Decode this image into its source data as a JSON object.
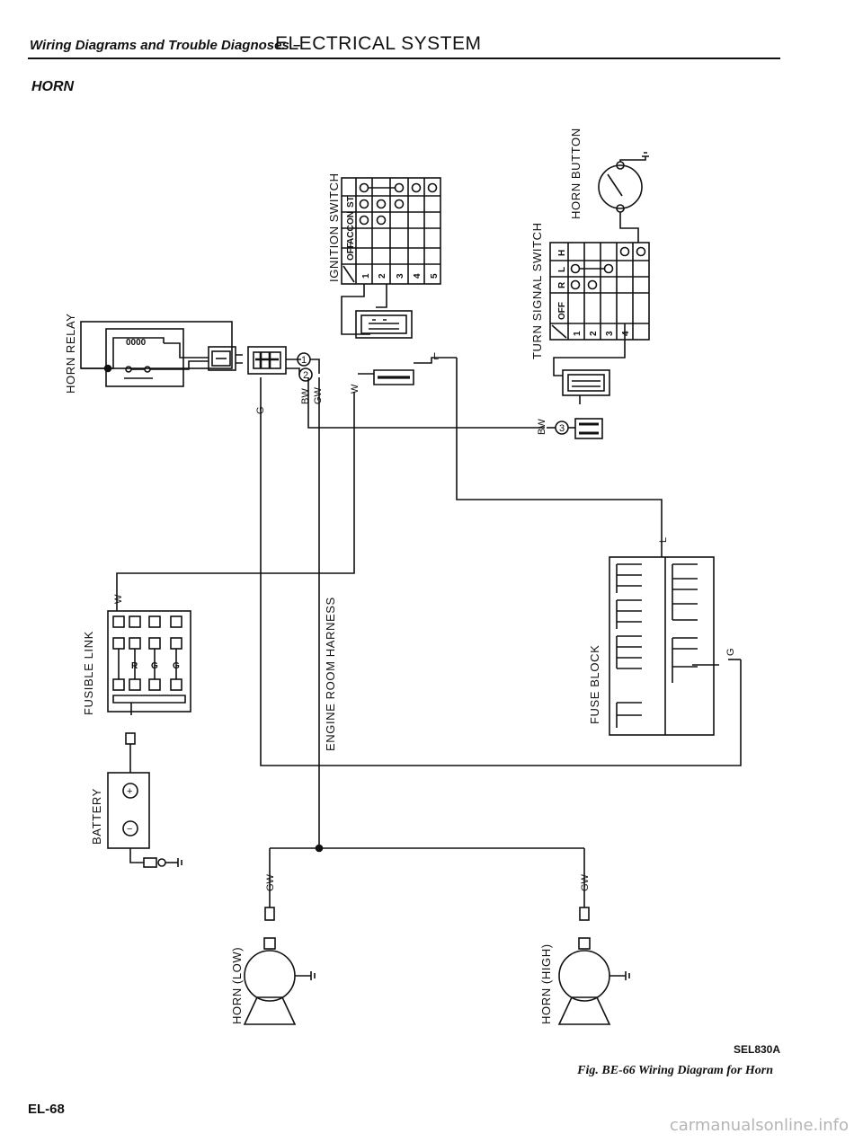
{
  "header": {
    "section_italic": "Wiring Diagrams and Trouble Diagnoses –",
    "section_main": "ELECTRICAL SYSTEM"
  },
  "page_title": "HORN",
  "components": {
    "horn_relay": "HORN RELAY",
    "ignition_switch": "IGNITION SWITCH",
    "turn_signal_switch": "TURN SIGNAL SWITCH",
    "horn_button": "HORN BUTTON",
    "fusible_link": "FUSIBLE LINK",
    "battery": "BATTERY",
    "engine_room_harness": "ENGINE ROOM HARNESS",
    "fuse_block": "FUSE BLOCK",
    "horn_low": "HORN (LOW)",
    "horn_high": "HORN (HIGH)"
  },
  "ignition_switch_table": {
    "positions": [
      "OFF",
      "ACC",
      "ON",
      "ST"
    ],
    "terminals": [
      "1",
      "2",
      "3",
      "4",
      "5"
    ]
  },
  "turn_signal_table": {
    "positions": [
      "OFF",
      "R",
      "L",
      "H"
    ],
    "terminals": [
      "1",
      "2",
      "3",
      "4"
    ]
  },
  "wire_colors": {
    "w": "W",
    "g": "G",
    "bw": "BW",
    "gw": "GW",
    "l": "L",
    "r": "R"
  },
  "connector_numbers": {
    "c1": "1",
    "c2": "2",
    "c3": "3"
  },
  "battery_symbols": {
    "plus": "+",
    "minus": "−"
  },
  "coil_symbol": "0000",
  "figure": {
    "code": "SEL830A",
    "caption": "Fig. BE-66  Wiring Diagram for Horn"
  },
  "page_number": "EL-68",
  "watermark": "carmanualsonline.info"
}
